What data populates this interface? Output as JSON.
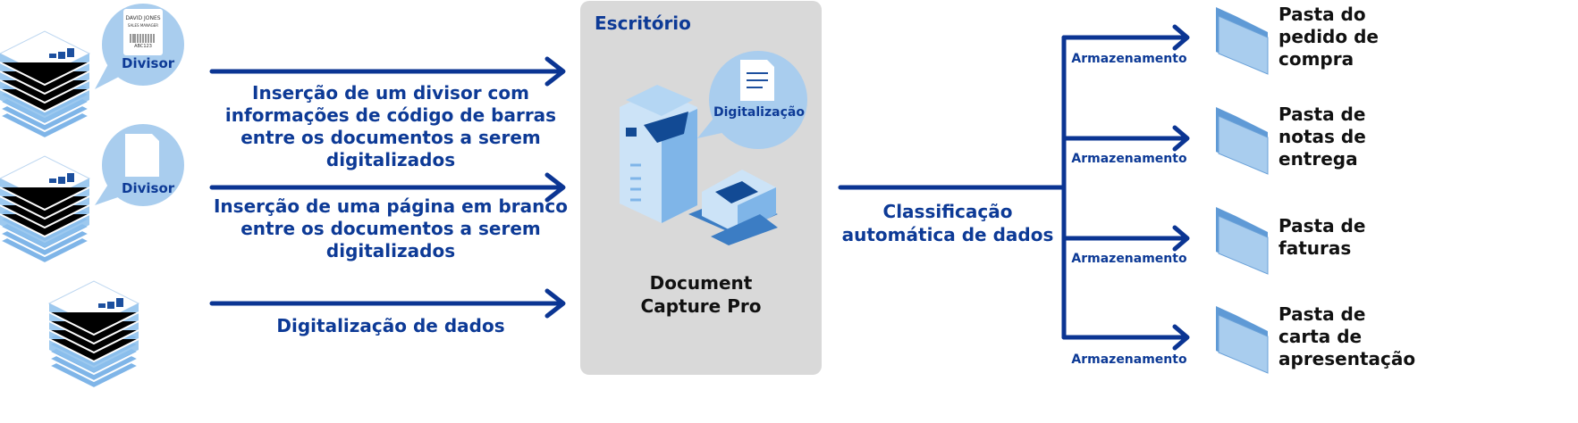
{
  "left": {
    "bubble1": {
      "label": "Divisor",
      "card_name": "DAVID JONES",
      "card_title": "SALES MANAGER",
      "card_code": "ABC123"
    },
    "bubble2": {
      "label": "Divisor"
    },
    "flow1": [
      "Inserção de um divisor com",
      "informações de código de barras",
      "entre os documentos a serem",
      "digitalizados"
    ],
    "flow2": [
      "Inserção de uma página em branco",
      "entre os documentos a serem",
      "digitalizados"
    ],
    "flow3": [
      "Digitalização de dados"
    ]
  },
  "office": {
    "title": "Escritório",
    "bubble_label": "Digitalização",
    "software": [
      "Document",
      "Capture Pro"
    ]
  },
  "right": {
    "classification": [
      "Classificação",
      "automática de dados"
    ],
    "branches": [
      {
        "label": "Armazenamento",
        "folder": [
          "Pasta do",
          "pedido de",
          "compra"
        ]
      },
      {
        "label": "Armazenamento",
        "folder": [
          "Pasta de",
          "notas de",
          "entrega"
        ]
      },
      {
        "label": "Armazenamento",
        "folder": [
          "Pasta de",
          "faturas"
        ]
      },
      {
        "label": "Armazenamento",
        "folder": [
          "Pasta de",
          "carta de",
          "apresentação"
        ]
      }
    ]
  },
  "colors": {
    "accent": "#0d3a96",
    "bubble": "#a9cdee",
    "box": "#d9d9d9"
  }
}
